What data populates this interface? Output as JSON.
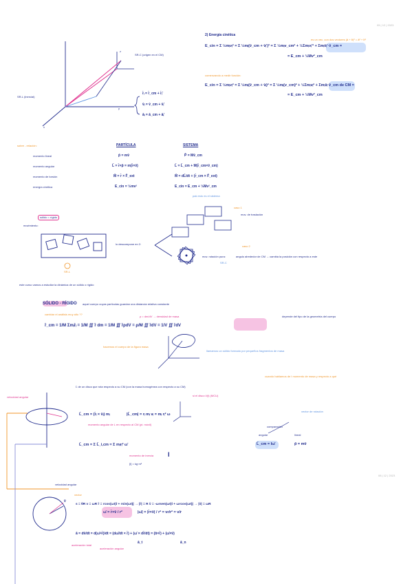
{
  "page": {
    "date_top": "05 | 12 | 2023",
    "date_bottom": "08 | 12 | 2023"
  },
  "kinetic": {
    "heading": "2) Energía cinética",
    "eq1": "E_cin = Σ ½mᵢvᵢ² = Σ ½mᵢ(v̄_cm + v̄ᵢ')² = Σ ½mᵢv_cm² + ½Σmᵢvᵢ'² + Σmᵢv̄ᵢ'·v̄_cm =",
    "eq1_note": "es un vec. con dos vectores   (ā + b̄)² = ā² + b̄²",
    "eq1_result": "= E_cm + ½Mv²_cm",
    "note2": "comenzando a medir función:",
    "eq2": "E_cin = Σ ½mᵢvᵢ² = Σ ½mᵢ(v̄_cm + v̄ᵢ)² = Σ ½mᵢ(v_cm)² + ½Σmᵢvᵢ² + Σmᵢv̄ᵢ·v̄_cm   de CM =",
    "eq2_result": "= E_cm + ½Mv²_cm"
  },
  "frames": {
    "srl_label": "SR-L (inercial)",
    "src_label": "SR-C (origen en el CM)",
    "rel_r": "r̄ᵢ = r̄_cm + r̄ᵢ'",
    "rel_v": "v̄ᵢ = v̄_cm + v̄ᵢ'",
    "rel_a": "āᵢ = ā_cm + āᵢ'",
    "axis_z": "z",
    "axis_y": "y",
    "axis_x": "x"
  },
  "table": {
    "left_title": "sobre - relación:",
    "col_particle": "PARTÍCULA",
    "col_system": "SISTEMA",
    "rows": [
      {
        "name": "momento lineal",
        "particle": "p̄ = mv̄",
        "system": "P̄ = Mv̄_cm"
      },
      {
        "name": "momento angular",
        "particle": "L̄ = r̄×p̄ = m(r̄×v̄)",
        "system": "L̄ = L̄_cm + M(r̄_cm×v̄_cm)"
      },
      {
        "name": "momento de torsión",
        "particle": "M̄ = r̄ × F̄_ext",
        "system": "M̄ = dL̄/dt + (r̄_cm × F̄_ext)"
      },
      {
        "name": "energía cinética",
        "particle": "E_cin = ½mv²",
        "system": "E_cin = E_cm + ½Mv²_cm"
      }
    ],
    "note": "pak esto es el sistema"
  },
  "movement": {
    "rigid_label": "sólido = rígido",
    "movement_label": "movimiento:",
    "srl": "SR-L",
    "decompose": "lo descompone en 2:",
    "case1": "caso 1",
    "translation": "mov. de traslación",
    "case2": "caso 2",
    "rotation_pure": "mov. rotación pura:",
    "rotation_desc": "angulo alrededor de CM  →  cambia la posición con respecto a este",
    "src": "SR-C",
    "bottom_note": "este curso vamos a estudiar la dinámica de un sólido o rígido"
  },
  "solid": {
    "heading": "SÓLIDO - RÍGIDO",
    "definition": "aquel cuerpo cuyas partículas guardan una distancia relativa constante",
    "note1": "cambiar el análisis muy alto ??",
    "eq": "r̄_cm = 1/M Σmᵢr̄ᵢ = 1/M ∭ r̄ dm = 1/M ∭ r̄ρdV = ρ/M ∭ r̄dV = 1/V ∭ r̄dV",
    "density_note": "ρ = dm/dV  →  densidad de masa",
    "density_right": "depende del tipo de la geometría del cuerpo",
    "note_bottom_left": "hacemos el cuerpo de la figura masa",
    "note_bottom_right": "llamamos un sólido formado por pequeños fragmentos de masa"
  },
  "disc": {
    "angular_label": "L̄ de un disco que rota respecto a su CM (con la masa homogénea con respecto a su CM)",
    "velocity_note": "si el disco v̄(t) (MCU)",
    "inertia_note": "cuando hablamos de I momento de masa y respecto a qué",
    "left_side_note": "velocidad angular",
    "right_side_note": "vector de rotación",
    "eq_L": "L̄_cm = (r̄ᵢ × v̄ᵢ) mᵢ",
    "eq_L_mag": "|L̄_cm| = rᵢ mᵢ vᵢ = mᵢ rᵢ² ω",
    "momentum_note": "momento angular de L en respecto al CM (pt. móvil)",
    "eq_L_sum": "L̄_cm = Σ L̄_i,cm = Σ mᵢrᵢ² ω̄",
    "inertia_label": "momento de inercia",
    "inertia_symbol": "I",
    "inertia_units": "[I] = kg·m²",
    "compare_title": "comparación",
    "angular_col": "angular",
    "linear_col": "lineal",
    "angular_eq": "L̄_cm = Iω̄",
    "linear_eq": "p̄ = mv̄"
  },
  "kinematics": {
    "angular_velocity": "velocidad angular",
    "vector_label": "vector",
    "eq_line1": "s = θR    v = ωR    r̄ = rcos(ωt)î + rsin(ωt)ĵ  →  |r̄| = R    v̄ = -ωrsen(ωt)î + ωrcos(ωt)ĵ  →  |v̄| = ωR",
    "eq_omega": "ω̄ = r̄×v̄ / r²",
    "eq_omega_mag": "|ω̄| = |r̄×v̄| / r² = vr/r² = v/r",
    "eq_accel": "ā = dv̄/dt = d(ω̄×r̄)/dt = (dω̄/dt × r̄) + (ω̄ × dr̄/dt) = (ᾱ×r̄) + (ω̄×v̄)",
    "accel_total": "aceleración total",
    "accel_angular": "aceleración angular",
    "label_at": "ā_t",
    "label_an": "ā_n",
    "label_v": "v̄"
  },
  "colors": {
    "ink": "#1f2a8c",
    "orange": "#f0962a",
    "magenta": "#e0338f",
    "lightblue": "#5a90e0",
    "pink_highlight": "#f6c3e3",
    "blue_highlight": "#cfe0fb"
  }
}
